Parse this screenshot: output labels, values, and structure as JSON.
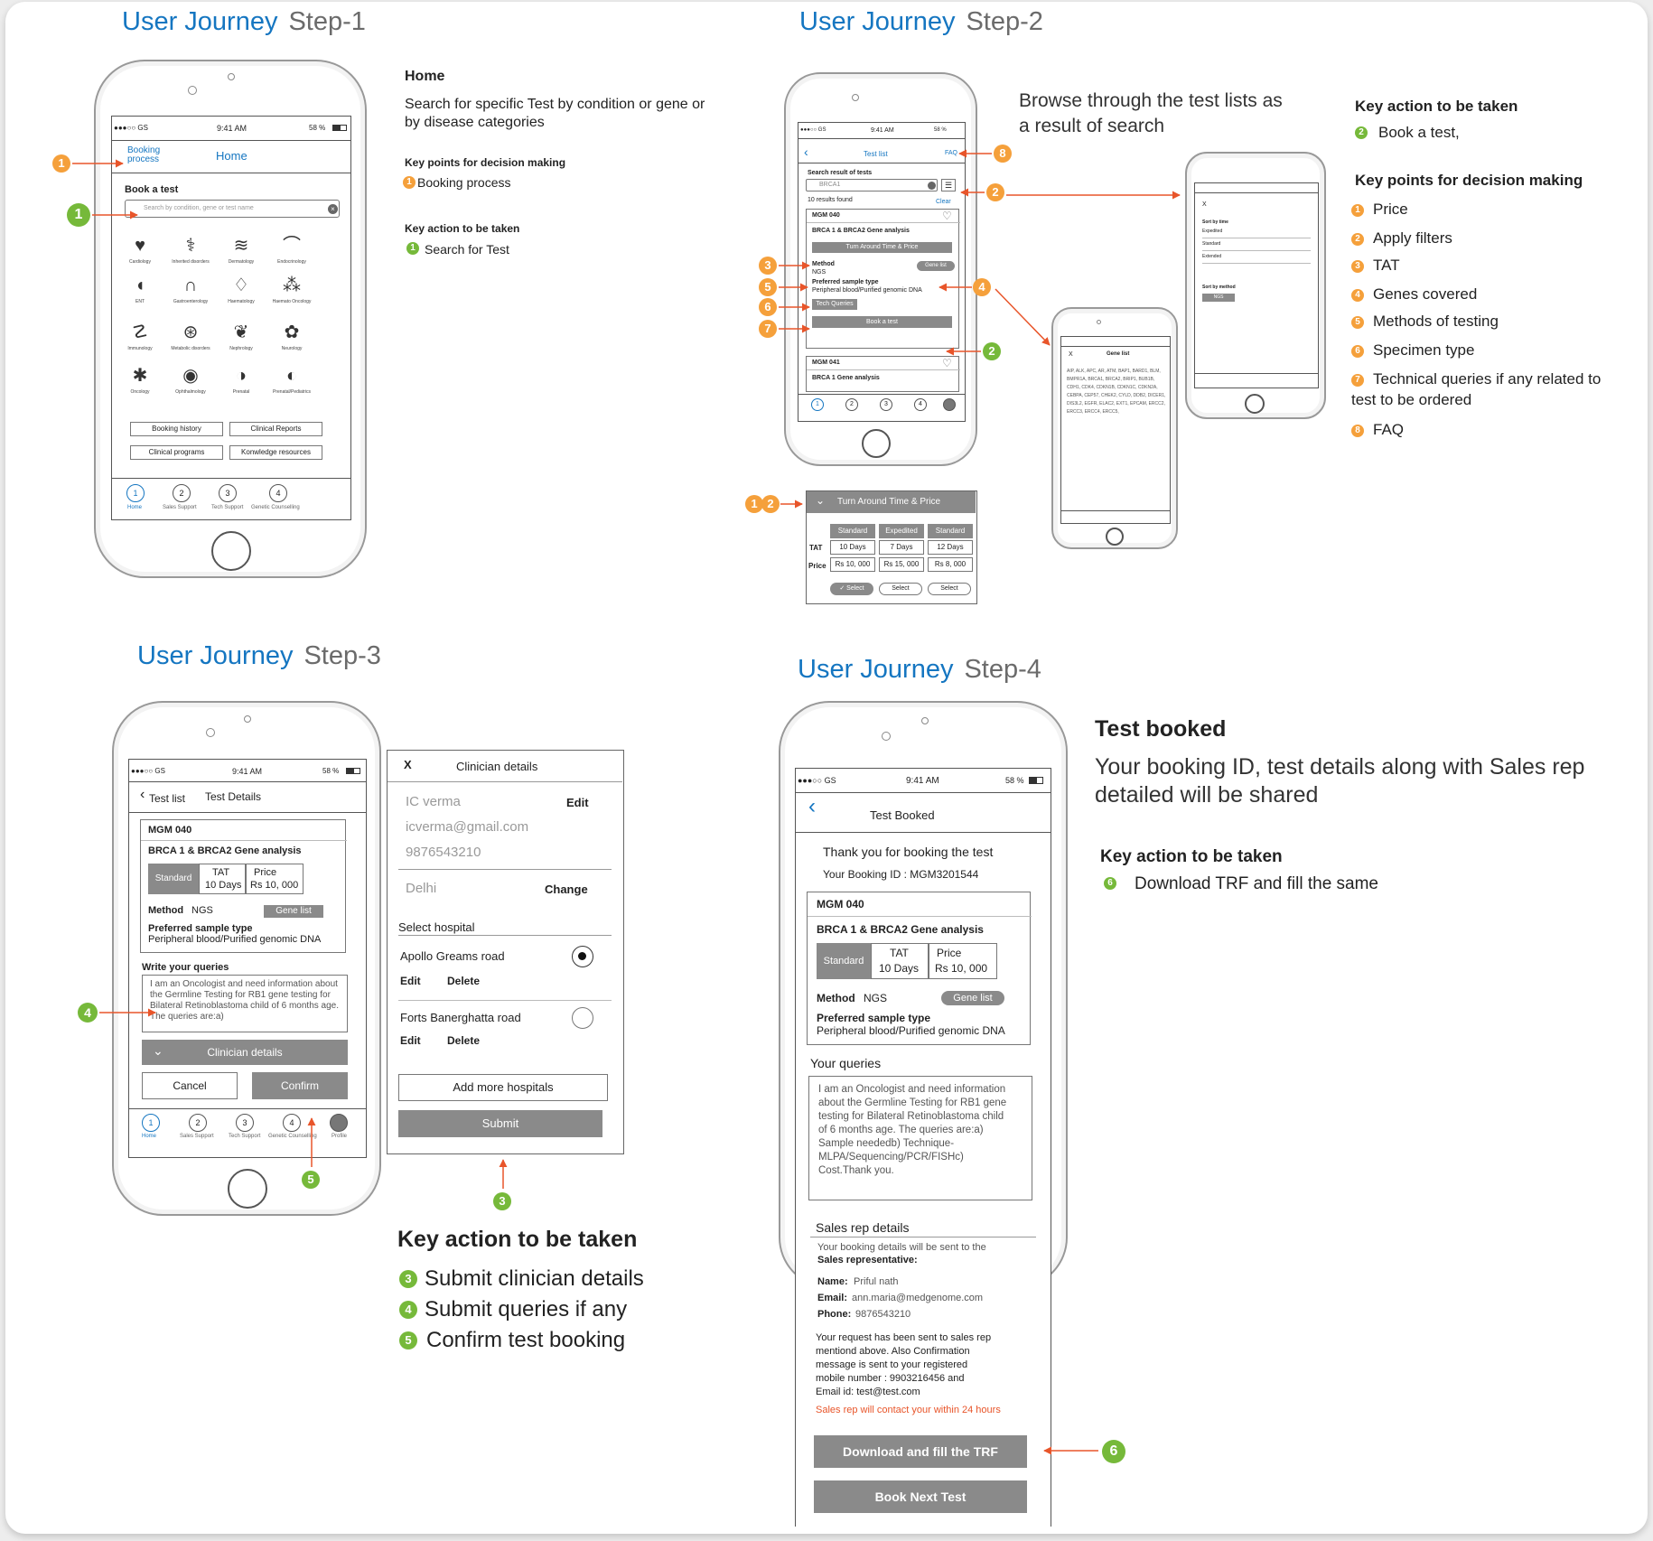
{
  "colors": {
    "accent_blue": "#1576c1",
    "marker_orange": "#f5a03b",
    "marker_green": "#76b93a",
    "arrow_red": "#e8552a",
    "button_gray": "#8a8a8a"
  },
  "step1": {
    "title_main": "User Journey",
    "title_step": "Step-1",
    "status": {
      "carrier": "●●●○○ GS",
      "time": "9:41 AM",
      "battery": "58 %"
    },
    "nav": {
      "booking_process": "Booking process",
      "home": "Home"
    },
    "book_a_test": "Book a test",
    "search_placeholder": "Search by condition, gene or test name",
    "categories": [
      "Cardiology",
      "Inherited disorders",
      "Dermatology",
      "Endocrinology",
      "ENT",
      "Gastroenterology",
      "Haematology",
      "Haemato Oncology",
      "Immunology",
      "Metabolic disorders",
      "Nephrology",
      "Neurology",
      "Oncology",
      "Ophthalmology",
      "Prenatal",
      "Prenatal/Pediatrics"
    ],
    "buttons": [
      "Booking history",
      "Clinical Reports",
      "Clinical programs",
      "Konwledge  resources"
    ],
    "tabs": [
      "Home",
      "Sales Support",
      "Tech Support",
      "Genetic Counselling"
    ],
    "desc": {
      "heading": "Home",
      "text": "Search for specific Test by condition or gene or by disease categories",
      "kp_heading": "Key points for decision making",
      "kp_item": "Booking process",
      "ka_heading": "Key action to be taken",
      "ka_item": "Search for Test"
    }
  },
  "step2": {
    "title_main": "User Journey",
    "title_step": "Step-2",
    "status": {
      "carrier": "●●●○○ GS",
      "time": "9:41 AM",
      "battery": "58 %"
    },
    "header": {
      "title": "Test list",
      "faq": "FAQ"
    },
    "search_result_label": "Search result of tests",
    "search_value": "BRCA1",
    "results_found": "10 results found",
    "clear": "Clear",
    "test1": {
      "code": "MGM 040",
      "name": "BRCA 1 & BRCA2 Gene analysis",
      "tat_price_btn": "Turn Around Time & Price",
      "method_label": "Method",
      "method_value": "NGS",
      "gene_list": "Gene list",
      "sample_label": "Preferred sample type",
      "sample_value": "Peripheral blood/Purified genomic DNA",
      "tech_queries": "Tech Queries",
      "book": "Book a test"
    },
    "test2": {
      "code": "MGM 041",
      "name": "BRCA 1 Gene analysis"
    },
    "tat_panel": {
      "title": "Turn Around Time & Price",
      "headers": [
        "Standard",
        "Expedited",
        "Standard"
      ],
      "row_labels": [
        "TAT",
        "Price"
      ],
      "tat": [
        "10 Days",
        "7 Days",
        "12 Days"
      ],
      "price": [
        "Rs 10, 000",
        "Rs 15, 000",
        "Rs 8, 000"
      ],
      "selects": [
        "✓ Select",
        "Select",
        "Select"
      ]
    },
    "filter_screen": {
      "close": "X",
      "sort_time": "Sort by time",
      "options": [
        "Expedited",
        "Standard",
        "Extended"
      ],
      "sort_method": "Sort by method",
      "ngs": "NGS"
    },
    "gene_screen": {
      "close": "X",
      "title": "Gene list",
      "genes": "AIP, ALK, APC, AR, ATM, BAP1, BARD1, BLM, BMPR1A, BRCA1, BRCA2, BRIP1, BUB1B, CDH1, CDK4, CDKN1B, CDKN1C, CDKN2A, CEBPA, CEP57, CHEK2, CYLD, DDB2, DICER1, DIS3L2, EGFR, ELAC2, EXT1, EPCAM, ERCC2, ERCC3, ERCC4, ERCC5,"
    },
    "browse_text": "Browse through the test lists as a result of search",
    "ka_heading": "Key action to be taken",
    "ka_item": "Book a test,",
    "kp_heading": "Key points for decision making",
    "kp_items": [
      "Price",
      "Apply filters",
      "TAT",
      "Genes covered",
      "Methods of testing",
      "Specimen type",
      "Technical queries if any related to test to be ordered",
      "FAQ"
    ]
  },
  "step3": {
    "title_main": "User Journey",
    "title_step": "Step-3",
    "status": {
      "carrier": "●●●○○ GS",
      "time": "9:41 AM",
      "battery": "58 %"
    },
    "header": {
      "back": "Test list",
      "title": "Test Details"
    },
    "code": "MGM 040",
    "name": "BRCA 1 & BRCA2 Gene analysis",
    "standard": "Standard",
    "tat_label": "TAT",
    "tat_value": "10 Days",
    "price_label": "Price",
    "price_value": "Rs 10, 000",
    "method_label": "Method",
    "method_value": "NGS",
    "gene_list": "Gene list",
    "sample_label": "Preferred sample type",
    "sample_value": "Peripheral blood/Purified genomic DNA",
    "queries_label": "Write your queries",
    "queries_text": "I am an Oncologist and need information about the Germline Testing for RB1 gene testing for Bilateral Retinoblastoma child of 6 months age. The queries are:a)",
    "clinician_btn": "Clinician details",
    "cancel": "Cancel",
    "confirm": "Confirm",
    "tabs": [
      "Home",
      "Sales Support",
      "Tech Support",
      "Genetic Counselling",
      "Profile"
    ],
    "clinician": {
      "close": "X",
      "title": "Clinician details",
      "name": "IC verma",
      "edit": "Edit",
      "email": "icverma@gmail.com",
      "phone": "9876543210",
      "city": "Delhi",
      "change": "Change",
      "select_hospital": "Select hospital",
      "hospital1": "Apollo Greams road",
      "hospital2": "Forts Banerghatta road",
      "edit_label": "Edit",
      "delete_label": "Delete",
      "add_more": "Add more hospitals",
      "submit": "Submit"
    },
    "ka_heading": "Key action to be taken",
    "ka_items": [
      "Submit clinician details",
      "Submit queries if any",
      "Confirm test booking"
    ]
  },
  "step4": {
    "title_main": "User Journey",
    "title_step": "Step-4",
    "status": {
      "carrier": "●●●○○ GS",
      "time": "9:41 AM",
      "battery": "58 %"
    },
    "header": {
      "title": "Test Booked"
    },
    "thank_you": "Thank you for booking the test",
    "booking_id": "Your Booking ID : MGM3201544",
    "code": "MGM 040",
    "name": "BRCA 1 & BRCA2 Gene analysis",
    "standard": "Standard",
    "tat_label": "TAT",
    "tat_value": "10 Days",
    "price_label": "Price",
    "price_value": "Rs 10, 000",
    "method_label": "Method",
    "method_value": "NGS",
    "gene_list": "Gene list",
    "sample_label": "Preferred sample type",
    "sample_value": "Peripheral blood/Purified genomic DNA",
    "queries_label": "Your queries",
    "queries_text": [
      "I am an Oncologist and need information",
      "about the Germline Testing for RB1 gene",
      "testing for Bilateral Retinoblastoma child",
      "of 6 months age. The queries are:a)",
      "Sample neededb) Technique-",
      "MLPA/Sequencing/PCR/FISHc)",
      "Cost.Thank you."
    ],
    "sales_heading": "Sales rep details",
    "sales_intro": "Your booking details will be sent to the",
    "sales_rep_label": "Sales representative:",
    "name_label": "Name:",
    "name_value": "Priful nath",
    "email_label": "Email:",
    "email_value": "ann.maria@medgenome.com",
    "phone_label": "Phone:",
    "phone_value": "9876543210",
    "request_text": [
      "Your request has been sent to sales rep",
      "mentiond above.  Also Confirmation",
      "message is sent to your registered",
      "mobile number : 9903216456 and",
      "Email id: test@test.com"
    ],
    "contact_note": "Sales rep will contact your within 24 hours",
    "download_btn": "Download and fill the TRF",
    "next_btn": "Book Next Test",
    "booked_heading": "Test booked",
    "booked_text": "Your booking ID, test details along with Sales rep detailed will be shared",
    "ka_heading": "Key action to be taken",
    "ka_item": "Download TRF and fill the same"
  }
}
